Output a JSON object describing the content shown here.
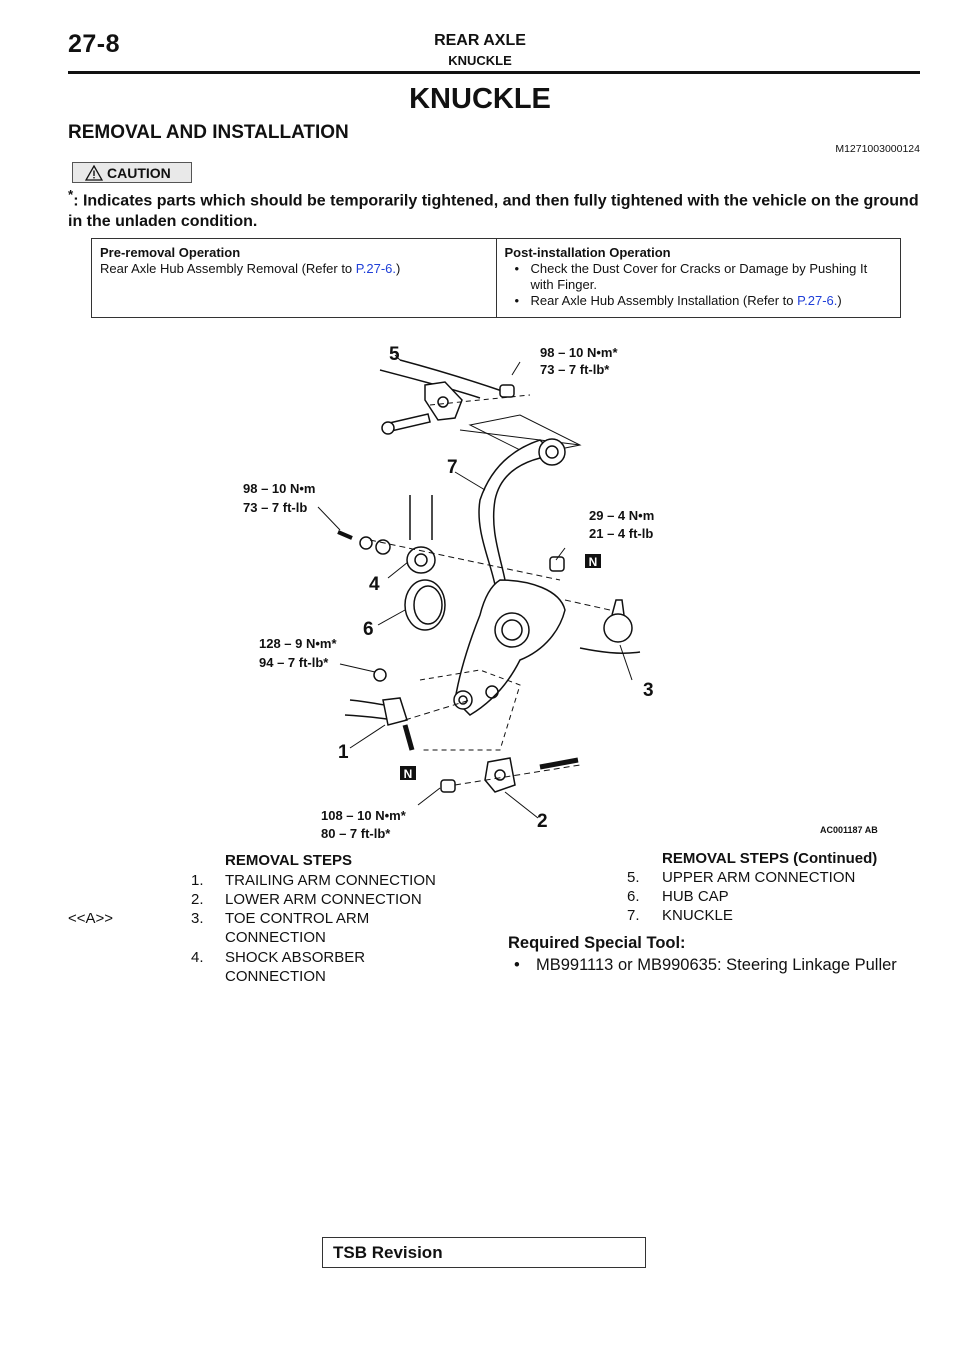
{
  "header": {
    "page_number": "27-8",
    "chapter": "REAR AXLE",
    "section": "KNUCKLE"
  },
  "title": "KNUCKLE",
  "subtitle": "REMOVAL AND INSTALLATION",
  "doc_code": "M1271003000124",
  "caution": {
    "label": "CAUTION",
    "asterisk": "*",
    "text": ": Indicates parts which should be temporarily tightened, and then fully tightened with the vehicle on the ground in the unladen condition."
  },
  "operations": {
    "pre_title": "Pre-removal Operation",
    "pre_text": "Rear Axle Hub Assembly Removal (Refer to ",
    "pre_link": "P.27-6.",
    "pre_close": ")",
    "post_title": "Post-installation Operation",
    "post_item1": "Check the Dust Cover for Cracks or Damage by Pushing It with Finger.",
    "post_item2_text": "Rear Axle Hub Assembly Installation (Refer to ",
    "post_item2_link": "P.27-6.",
    "post_item2_close": ")"
  },
  "diagram": {
    "callouts": [
      "5",
      "7",
      "4",
      "6",
      "3",
      "1",
      "2"
    ],
    "torque_top_right_1": "98 – 10 N•m*",
    "torque_top_right_2": "73 – 7 ft-lb*",
    "torque_left_1": "98 – 10 N•m",
    "torque_left_2": "73 – 7 ft-lb",
    "torque_right_1": "29 – 4 N•m",
    "torque_right_2": "21 – 4 ft-lb",
    "torque_mid_left_1": "128 – 9 N•m*",
    "torque_mid_left_2": "94 – 7 ft-lb*",
    "torque_bottom_1": "108 – 10 N•m*",
    "torque_bottom_2": "80 – 7 ft-lb*",
    "new_part_mark": "N",
    "figure_code": "AC001187 AB"
  },
  "removal_steps": {
    "heading": "REMOVAL STEPS",
    "steps": [
      {
        "num": "1.",
        "line1": "TRAILING ARM CONNECTION",
        "line2": ""
      },
      {
        "num": "2.",
        "line1": "LOWER ARM CONNECTION",
        "line2": ""
      },
      {
        "num": "3.",
        "line1": "TOE CONTROL ARM",
        "line2": "CONNECTION",
        "note": "<<A>>"
      },
      {
        "num": "4.",
        "line1": "SHOCK ABSORBER",
        "line2": "CONNECTION"
      }
    ],
    "continued_heading": "REMOVAL STEPS (Continued)",
    "continued": [
      {
        "num": "5.",
        "label": "UPPER ARM CONNECTION"
      },
      {
        "num": "6.",
        "label": "HUB CAP"
      },
      {
        "num": "7.",
        "label": "KNUCKLE"
      }
    ]
  },
  "special_tool": {
    "heading": "Required Special Tool:",
    "item": "MB991113 or MB990635: Steering Linkage Puller"
  },
  "footer": {
    "tsb": "TSB Revision"
  }
}
